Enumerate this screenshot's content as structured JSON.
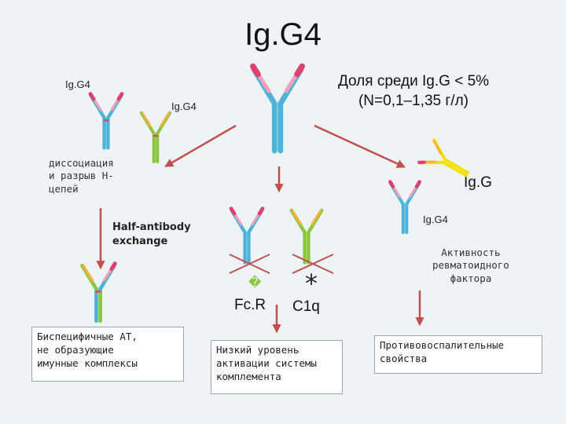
{
  "title": "Ig.G4",
  "top_right_note": "Доля среди Ig.G < 5%\n(N=0,1–1,35 г/л)",
  "labels": {
    "igg4_left": "Ig.G4",
    "igg4_left_mid": "Ig.G4",
    "igg_right": "Ig.G",
    "igg4_right": "Ig.G4",
    "dissociation": "диссоциация\nи разрыв H-\nцепей",
    "half_antibody": "Half-antibody\nexchange",
    "fcr": "Fc.R",
    "c1q": "C1q",
    "rheumatoid": "Активность\nревматоидного\nфактора"
  },
  "boxes": {
    "bispecific": "Биспецифичные АТ,\nне образующие\nимунные комплексы",
    "complement": "Низкий уровень\nактивации системы\nкомплемента",
    "anti_inflammatory": "Противовоспалительные\nсвойства"
  },
  "colors": {
    "arrow": "#c0504d",
    "cross": "#c0504d",
    "heavy_blue": "#4fb3d9",
    "light_pink": "#f2a1b7",
    "tip_red": "#e0406e",
    "green": "#8cc63f",
    "orange": "#f4b13e",
    "yellow": "#f2e000"
  },
  "symbols": {
    "fcr_glyph": "�",
    "c1q_glyph": "*"
  }
}
